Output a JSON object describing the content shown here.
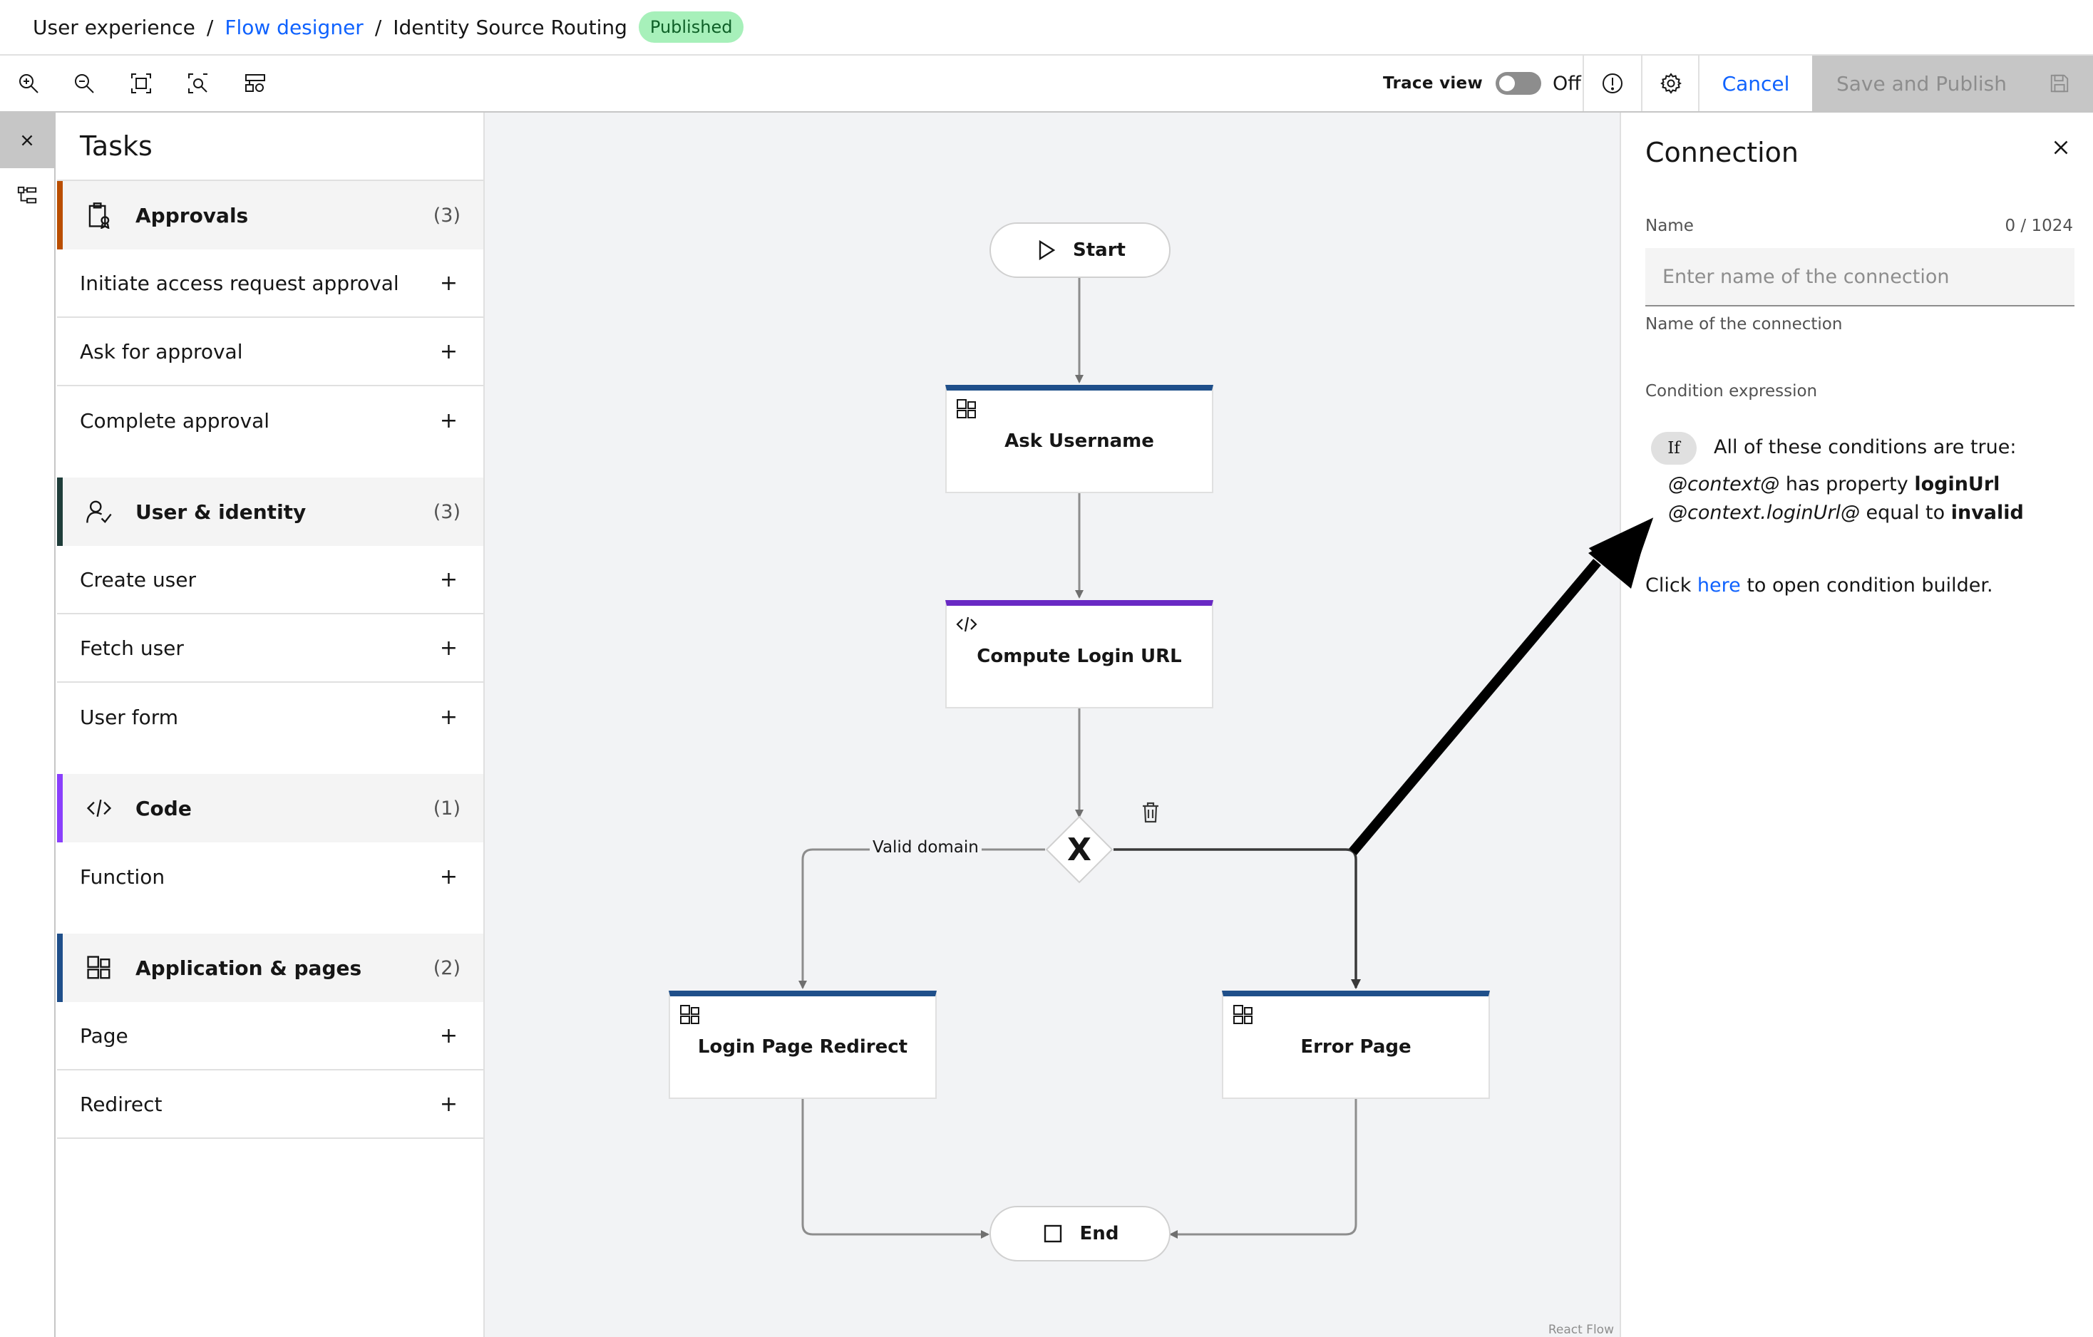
{
  "breadcrumb": {
    "item1": "User experience",
    "item2": "Flow designer",
    "item3": "Identity Source Routing",
    "separator": "/",
    "status": "Published"
  },
  "toolbar": {
    "tools": [
      "zoom-in-icon",
      "zoom-out-icon",
      "fit-view-icon",
      "zoom-area-icon",
      "auto-layout-icon"
    ],
    "trace_label": "Trace view",
    "trace_state": "Off",
    "cancel_label": "Cancel",
    "save_label": "Save and Publish"
  },
  "tasks": {
    "title": "Tasks",
    "groups": [
      {
        "name": "Approvals",
        "count": "(3)",
        "icon": "clipboard-icon",
        "color": "#ba4e00",
        "items": [
          "Initiate access request approval",
          "Ask for approval",
          "Complete approval"
        ]
      },
      {
        "name": "User & identity",
        "count": "(3)",
        "icon": "user-check-icon",
        "color": "#1f3d3a",
        "items": [
          "Create user",
          "Fetch user",
          "User form"
        ]
      },
      {
        "name": "Code",
        "count": "(1)",
        "icon": "code-icon",
        "color": "#8a3ffc",
        "items": [
          "Function"
        ]
      },
      {
        "name": "Application & pages",
        "count": "(2)",
        "icon": "app-icon",
        "color": "#1f4f8a",
        "items": [
          "Page",
          "Redirect"
        ]
      }
    ],
    "plus": "+"
  },
  "canvas": {
    "start_label": "Start",
    "end_label": "End",
    "gateway_label": "X",
    "edge_valid_domain": "Valid domain",
    "nodes": {
      "ask_username": "Ask Username",
      "compute_login": "Compute Login URL",
      "login_redirect": "Login Page Redirect",
      "error_page": "Error Page"
    },
    "colors": {
      "page": "#1f4f8a",
      "code": "#6929c4"
    },
    "attribution": "React Flow"
  },
  "connection": {
    "title": "Connection",
    "name_label": "Name",
    "name_counter": "0 / 1024",
    "name_placeholder": "Enter name of the connection",
    "name_helper": "Name of the connection",
    "condition_label": "Condition expression",
    "if_label": "If",
    "all_true": "All of these conditions are true:",
    "cond1_var": "@context@",
    "cond1_op": " has property ",
    "cond1_val": "loginUrl",
    "cond2_var": "@context.loginUrl@",
    "cond2_op": " equal to ",
    "cond2_val": "invalid",
    "click_prefix": "Click ",
    "click_link": "here",
    "click_suffix": " to open condition builder."
  }
}
